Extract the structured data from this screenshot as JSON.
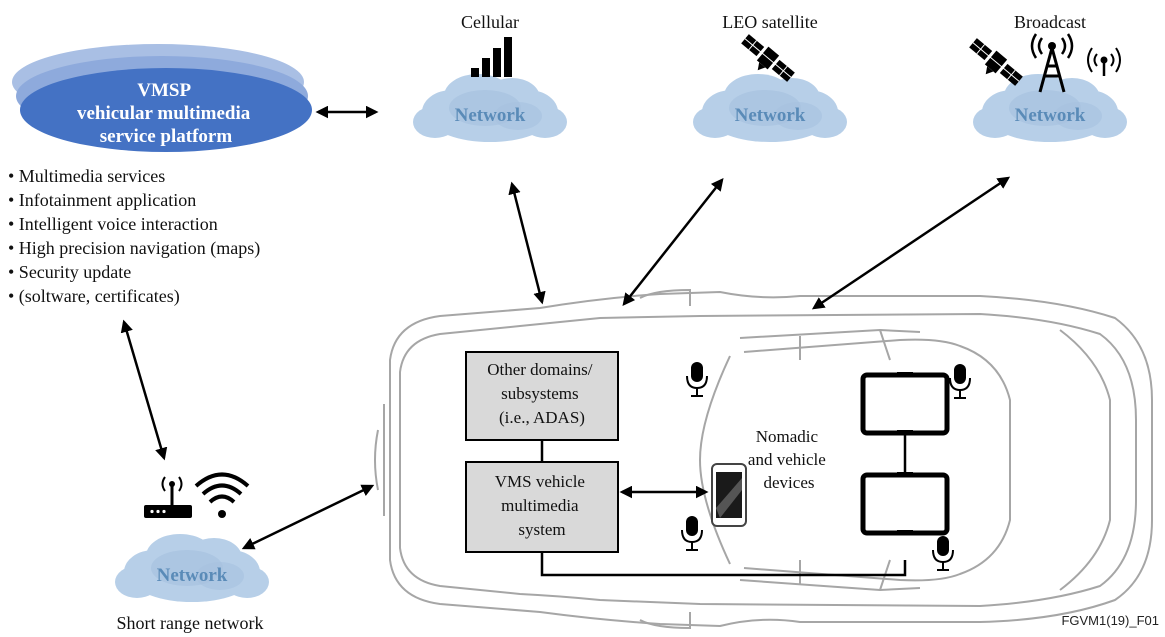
{
  "platform": {
    "title_lines": [
      "VMSP",
      "vehicular multimedia",
      "service platform"
    ],
    "services": [
      "• Multimedia services",
      "• Infotainment application",
      "• Intelligent voice interaction",
      "• High precision navigation (maps)",
      "• Security update",
      "• (soltware, certificates)"
    ]
  },
  "networks": {
    "cellular": {
      "caption": "Cellular",
      "label": "Network"
    },
    "leo": {
      "caption": "LEO satellite",
      "label": "Network"
    },
    "broadcast": {
      "caption": "Broadcast",
      "label": "Network"
    },
    "short_range": {
      "caption": "Short range network",
      "label": "Network"
    }
  },
  "vehicle": {
    "other_domains_lines": [
      "Other domains/",
      "subsystems",
      "(i.e., ADAS)"
    ],
    "vms_lines": [
      "VMS vehicle",
      "multimedia",
      "system"
    ],
    "devices_lines": [
      "Nomadic",
      "and vehicle",
      "devices"
    ]
  },
  "figure_id": "FGVM1(19)_F01",
  "colors": {
    "platform_dark": "#4472c4",
    "platform_light": "#a9bfe4",
    "cloud": "#b7cfe8",
    "cloud_inner": "#a6c2e0",
    "network_text": "#5a8bb8",
    "box_fill": "#d9d9d9",
    "car_outline": "#a6a6a6"
  },
  "icons": [
    "signal-bars-icon",
    "satellite-icon",
    "antenna-tower-icon",
    "radio-signal-icon",
    "router-icon",
    "wifi-icon",
    "microphone-icon",
    "smartphone-icon",
    "tablet-icon"
  ]
}
